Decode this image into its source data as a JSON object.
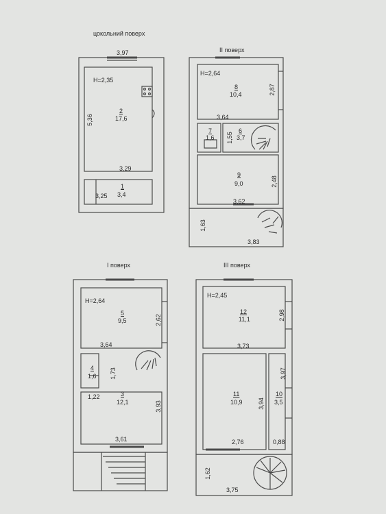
{
  "floors": {
    "basement": {
      "title": "цокольний поверх",
      "height": "H=2,35",
      "dims": {
        "top": "3,97",
        "left": "5,36",
        "mid": "3,29",
        "bottom": "3,25"
      },
      "rooms": [
        {
          "num": "2",
          "area": "17,6"
        },
        {
          "num": "1",
          "area": "3,4"
        }
      ]
    },
    "second": {
      "title": "II поверх",
      "height": "H=2,64",
      "dims": {
        "right_top": "2,87",
        "mid_width": "3,64",
        "small": "1,55",
        "right_mid": "2,48",
        "bottom": "3,62",
        "ext_left": "1,63",
        "ext_bottom": "3,83"
      },
      "rooms": [
        {
          "num": "8",
          "area": "10,4"
        },
        {
          "num": "7",
          "area": "1,6"
        },
        {
          "num": "6",
          "area": "3,7"
        },
        {
          "num": "9",
          "area": "9,0"
        }
      ]
    },
    "first": {
      "title": "I поверх",
      "height": "H=2,64",
      "dims": {
        "right_top": "2,62",
        "mid_width": "3,64",
        "small": "1,73",
        "left_small": "1,22",
        "right_low": "3,93",
        "bottom": "3,61"
      },
      "rooms": [
        {
          "num": "5",
          "area": "9,5"
        },
        {
          "num": "4",
          "area": "1,6"
        },
        {
          "num": "3",
          "area": "12,1"
        }
      ]
    },
    "third": {
      "title": "III поверх",
      "height": "H=2,45",
      "dims": {
        "right_top": "2,98",
        "mid_width": "3,73",
        "right_mid": "3,97",
        "inner": "3,94",
        "bottom_left": "2,76",
        "bottom_small": "0,88",
        "ext_left": "1,62",
        "ext_bottom": "3,75"
      },
      "rooms": [
        {
          "num": "12",
          "area": "11,1"
        },
        {
          "num": "11",
          "area": "10,9"
        },
        {
          "num": "10",
          "area": "3,5"
        }
      ]
    }
  },
  "colors": {
    "paper": "#e3e4e2",
    "line": "#4a4a4a"
  }
}
